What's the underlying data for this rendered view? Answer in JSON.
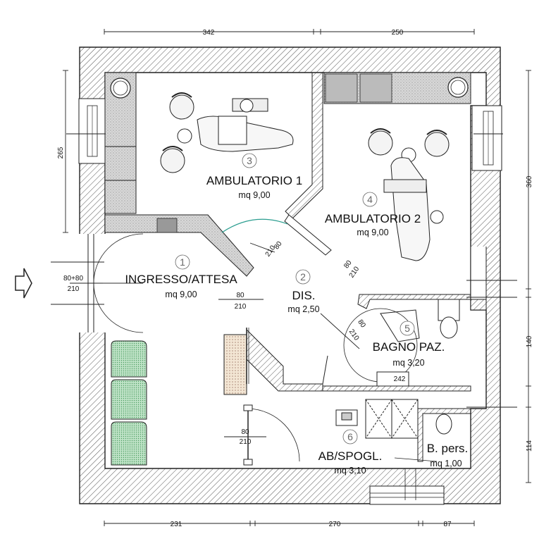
{
  "dimensions": {
    "top": [
      "342",
      "250"
    ],
    "bottom": [
      "231",
      "270",
      "87"
    ],
    "left": [
      "265"
    ],
    "right": [
      "360",
      "140",
      "114"
    ]
  },
  "rooms": [
    {
      "num": "1",
      "name": "INGRESSO/ATTESA",
      "area": "mq 9,00"
    },
    {
      "num": "2",
      "name": "DIS.",
      "area": "mq 2,50"
    },
    {
      "num": "3",
      "name": "AMBULATORIO 1",
      "area": "mq 9,00"
    },
    {
      "num": "4",
      "name": "AMBULATORIO 2",
      "area": "mq 9,00"
    },
    {
      "num": "5",
      "name": "BAGNO PAZ.",
      "area": "mq 3,20"
    },
    {
      "num": "6",
      "name": "AB/SPOGL.",
      "area": "mq 3,10"
    },
    {
      "num": "",
      "name": "B. pers.",
      "area": "mq 1,00"
    }
  ],
  "doors": {
    "entrance": {
      "w": "80+80",
      "h": "210"
    },
    "d_ingresso": {
      "w": "80",
      "h": "210"
    },
    "d_amb1": {
      "w": "80",
      "h": "210"
    },
    "d_amb2": {
      "w": "80",
      "h": "210"
    },
    "d_bagno": {
      "w": "80",
      "h": "210"
    },
    "d_spogl": {
      "w": "80",
      "h": "210"
    }
  },
  "misc": {
    "bagno_dim": "242"
  },
  "colors": {
    "wall_hatch": "#444444",
    "counter": "#c9c9c9",
    "chair_green": "#7fbf8f",
    "door_arc": "#2a9d8f"
  }
}
